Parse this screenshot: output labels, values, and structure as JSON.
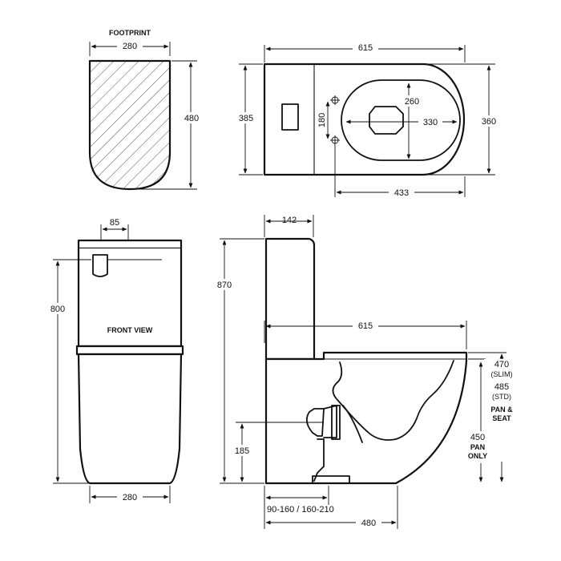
{
  "footprint": {
    "title": "FOOTPRINT",
    "width": "280",
    "depth": "480"
  },
  "plan": {
    "length": "615",
    "cistern_depth": "385",
    "bowl_depth": "360",
    "bowl_width": "260",
    "opening": "330",
    "fixing_centres": "180",
    "set_out": "433"
  },
  "front": {
    "title": "FRONT VIEW",
    "button": "85",
    "height": "800",
    "base_width": "280"
  },
  "side": {
    "top_depth": "142",
    "height": "870",
    "length": "615",
    "seat_slim": "470",
    "seat_slim_note": "(SLIM)",
    "seat_std": "485",
    "seat_std_note": "(STD)",
    "seat_note_line1": "PAN &",
    "seat_note_line2": "SEAT",
    "pan_only": "450",
    "pan_only_line1": "PAN",
    "pan_only_line2": "ONLY",
    "outlet_height": "185",
    "set_out_range": "90-160 / 160-210",
    "overall_depth": "480"
  }
}
